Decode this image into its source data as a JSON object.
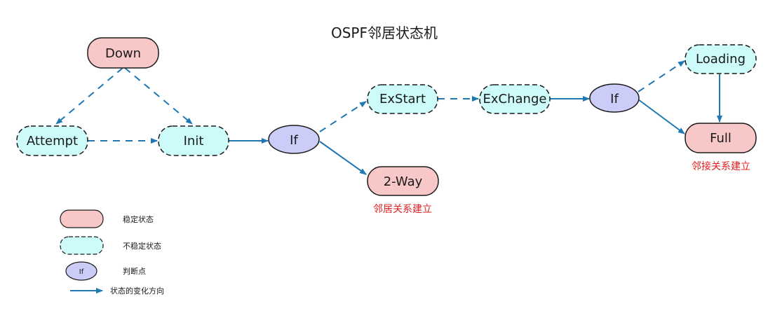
{
  "title": "OSPF邻居状态机",
  "colors": {
    "stable_fill": "#F8C8C8",
    "unstable_fill": "#CCFBFA",
    "decision_fill": "#CCCCF8",
    "arrow": "#1F77B4",
    "annotation": "#E02020",
    "stroke": "#1A1A1A"
  },
  "nodes": {
    "down": "Down",
    "attempt": "Attempt",
    "init": "Init",
    "if1": "If",
    "exstart": "ExStart",
    "exchange": "ExChange",
    "if2": "If",
    "loading": "Loading",
    "full": "Full",
    "twoway": "2-Way"
  },
  "annotations": {
    "twoway_note": "邻居关系建立",
    "full_note": "邻接关系建立"
  },
  "legend": {
    "stable": "稳定状态",
    "unstable": "不稳定状态",
    "decision_sample": "If",
    "decision": "判断点",
    "arrow": "状态的变化方向"
  }
}
